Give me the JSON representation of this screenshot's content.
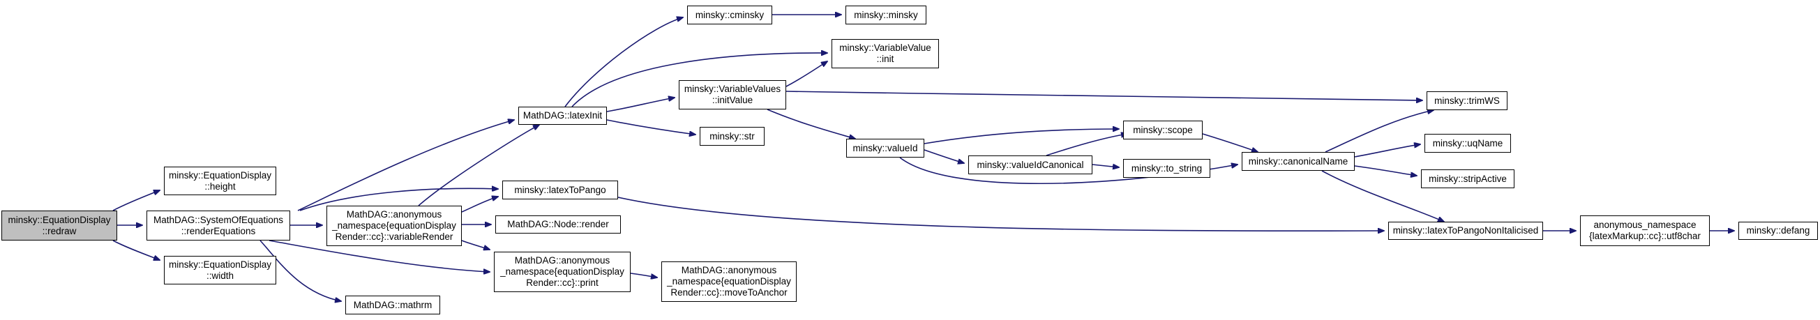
{
  "nodes": [
    {
      "id": "root",
      "lines": [
        "minsky::EquationDisplay",
        "::redraw"
      ],
      "root": true
    },
    {
      "id": "height",
      "lines": [
        "minsky::EquationDisplay",
        "::height"
      ]
    },
    {
      "id": "renderEq",
      "lines": [
        "MathDAG::SystemOfEquations",
        "::renderEquations"
      ]
    },
    {
      "id": "width",
      "lines": [
        "minsky::EquationDisplay",
        "::width"
      ]
    },
    {
      "id": "varRender",
      "lines": [
        "MathDAG::anonymous",
        "_namespace{equationDisplay",
        "Render::cc}::variableRender"
      ]
    },
    {
      "id": "mathrm",
      "lines": [
        "MathDAG::mathrm"
      ]
    },
    {
      "id": "latexInit",
      "lines": [
        "MathDAG::latexInit"
      ]
    },
    {
      "id": "latexToPango",
      "lines": [
        "minsky::latexToPango"
      ]
    },
    {
      "id": "nodeRender",
      "lines": [
        "MathDAG::Node::render"
      ]
    },
    {
      "id": "print",
      "lines": [
        "MathDAG::anonymous",
        "_namespace{equationDisplay",
        "Render::cc}::print"
      ]
    },
    {
      "id": "cminsky",
      "lines": [
        "minsky::cminsky"
      ]
    },
    {
      "id": "varValuesInit",
      "lines": [
        "minsky::VariableValues",
        "::initValue"
      ]
    },
    {
      "id": "str",
      "lines": [
        "minsky::str"
      ]
    },
    {
      "id": "moveToAnchor",
      "lines": [
        "MathDAG::anonymous",
        "_namespace{equationDisplay",
        "Render::cc}::moveToAnchor"
      ]
    },
    {
      "id": "minsky",
      "lines": [
        "minsky::minsky"
      ]
    },
    {
      "id": "varValueInit",
      "lines": [
        "minsky::VariableValue",
        "::init"
      ]
    },
    {
      "id": "valueId",
      "lines": [
        "minsky::valueId"
      ]
    },
    {
      "id": "valueIdCanonical",
      "lines": [
        "minsky::valueIdCanonical"
      ]
    },
    {
      "id": "scope",
      "lines": [
        "minsky::scope"
      ]
    },
    {
      "id": "toString",
      "lines": [
        "minsky::to_string"
      ]
    },
    {
      "id": "canonicalName",
      "lines": [
        "minsky::canonicalName"
      ]
    },
    {
      "id": "trimWS",
      "lines": [
        "minsky::trimWS"
      ]
    },
    {
      "id": "uqName",
      "lines": [
        "minsky::uqName"
      ]
    },
    {
      "id": "stripActive",
      "lines": [
        "minsky::stripActive"
      ]
    },
    {
      "id": "latexNonItal",
      "lines": [
        "minsky::latexToPangoNonItalicised"
      ]
    },
    {
      "id": "utf8char",
      "lines": [
        "anonymous_namespace",
        "{latexMarkup::cc}::utf8char"
      ]
    },
    {
      "id": "defang",
      "lines": [
        "minsky::defang"
      ]
    }
  ],
  "edges": [
    [
      "root",
      "height"
    ],
    [
      "root",
      "renderEq"
    ],
    [
      "root",
      "width"
    ],
    [
      "renderEq",
      "latexInit"
    ],
    [
      "renderEq",
      "latexToPango"
    ],
    [
      "renderEq",
      "varRender"
    ],
    [
      "renderEq",
      "print"
    ],
    [
      "renderEq",
      "mathrm"
    ],
    [
      "varRender",
      "latexInit"
    ],
    [
      "varRender",
      "latexToPango"
    ],
    [
      "varRender",
      "nodeRender"
    ],
    [
      "varRender",
      "print"
    ],
    [
      "latexInit",
      "cminsky"
    ],
    [
      "latexInit",
      "varValueInit"
    ],
    [
      "latexInit",
      "varValuesInit"
    ],
    [
      "latexInit",
      "str"
    ],
    [
      "cminsky",
      "minsky"
    ],
    [
      "varValuesInit",
      "varValueInit"
    ],
    [
      "varValuesInit",
      "trimWS"
    ],
    [
      "varValuesInit",
      "valueId"
    ],
    [
      "valueId",
      "scope"
    ],
    [
      "valueId",
      "valueIdCanonical"
    ],
    [
      "valueId",
      "canonicalName"
    ],
    [
      "valueIdCanonical",
      "scope"
    ],
    [
      "valueIdCanonical",
      "toString"
    ],
    [
      "scope",
      "canonicalName"
    ],
    [
      "canonicalName",
      "trimWS"
    ],
    [
      "canonicalName",
      "uqName"
    ],
    [
      "canonicalName",
      "stripActive"
    ],
    [
      "canonicalName",
      "latexNonItal"
    ],
    [
      "latexToPango",
      "latexNonItal"
    ],
    [
      "print",
      "moveToAnchor"
    ],
    [
      "latexNonItal",
      "utf8char"
    ],
    [
      "utf8char",
      "defang"
    ]
  ],
  "colors": {
    "edge": "#191970",
    "root_fill": "#bfbfbf",
    "node_border": "#000000"
  }
}
